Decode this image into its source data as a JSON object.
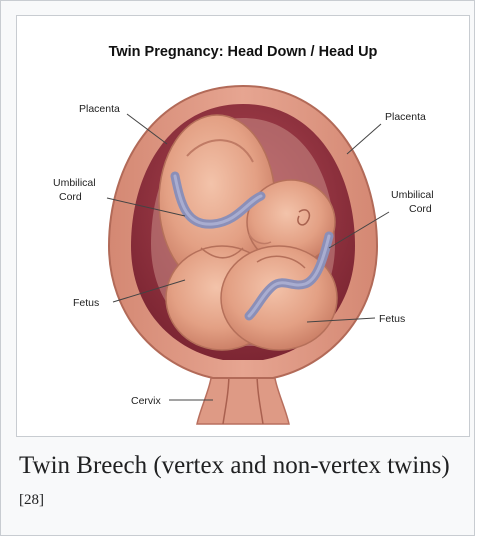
{
  "figure": {
    "title": "Twin Pregnancy: Head Down / Head Up",
    "labels": {
      "placenta_left": "Placenta",
      "placenta_right": "Placenta",
      "cord_left_1": "Umbilical",
      "cord_left_2": "Cord",
      "cord_right_1": "Umbilical",
      "cord_right_2": "Cord",
      "fetus_left": "Fetus",
      "fetus_right": "Fetus",
      "cervix": "Cervix"
    },
    "colors": {
      "uterus_wall": "#d98f7a",
      "placenta": "#9b3a46",
      "skin": "#e9a88d",
      "cord": "#8b8fb8"
    }
  },
  "caption": {
    "text": "Twin Breech (vertex and non-vertex twins)",
    "ref": "[28]"
  }
}
